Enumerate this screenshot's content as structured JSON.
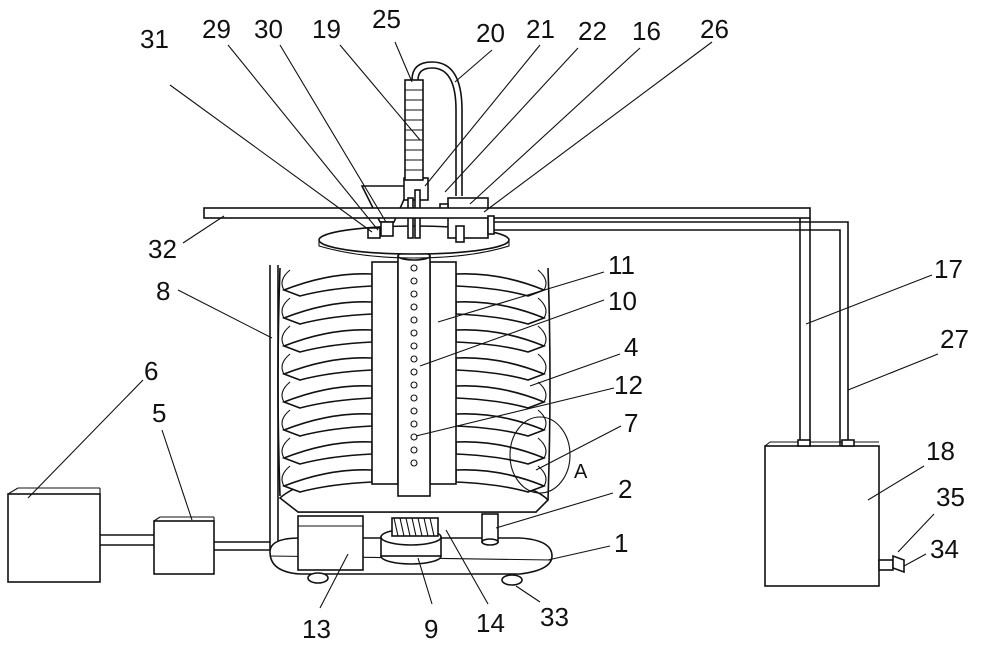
{
  "labels": [
    {
      "id": "l31",
      "text": "31"
    },
    {
      "id": "l29",
      "text": "29"
    },
    {
      "id": "l30",
      "text": "30"
    },
    {
      "id": "l19",
      "text": "19"
    },
    {
      "id": "l25",
      "text": "25"
    },
    {
      "id": "l20",
      "text": "20"
    },
    {
      "id": "l21",
      "text": "21"
    },
    {
      "id": "l22",
      "text": "22"
    },
    {
      "id": "l16",
      "text": "16"
    },
    {
      "id": "l26",
      "text": "26"
    },
    {
      "id": "l32",
      "text": "32"
    },
    {
      "id": "l11",
      "text": "11"
    },
    {
      "id": "l8",
      "text": "8"
    },
    {
      "id": "l10",
      "text": "10"
    },
    {
      "id": "l17",
      "text": "17"
    },
    {
      "id": "l27",
      "text": "27"
    },
    {
      "id": "l6",
      "text": "6"
    },
    {
      "id": "l4",
      "text": "4"
    },
    {
      "id": "l5",
      "text": "5"
    },
    {
      "id": "l12",
      "text": "12"
    },
    {
      "id": "l7",
      "text": "7"
    },
    {
      "id": "l18",
      "text": "18"
    },
    {
      "id": "lA",
      "text": "A"
    },
    {
      "id": "l2",
      "text": "2"
    },
    {
      "id": "l35",
      "text": "35"
    },
    {
      "id": "l1",
      "text": "1"
    },
    {
      "id": "l34",
      "text": "34"
    },
    {
      "id": "l13",
      "text": "13"
    },
    {
      "id": "l9",
      "text": "9"
    },
    {
      "id": "l14",
      "text": "14"
    },
    {
      "id": "l33",
      "text": "33"
    }
  ]
}
